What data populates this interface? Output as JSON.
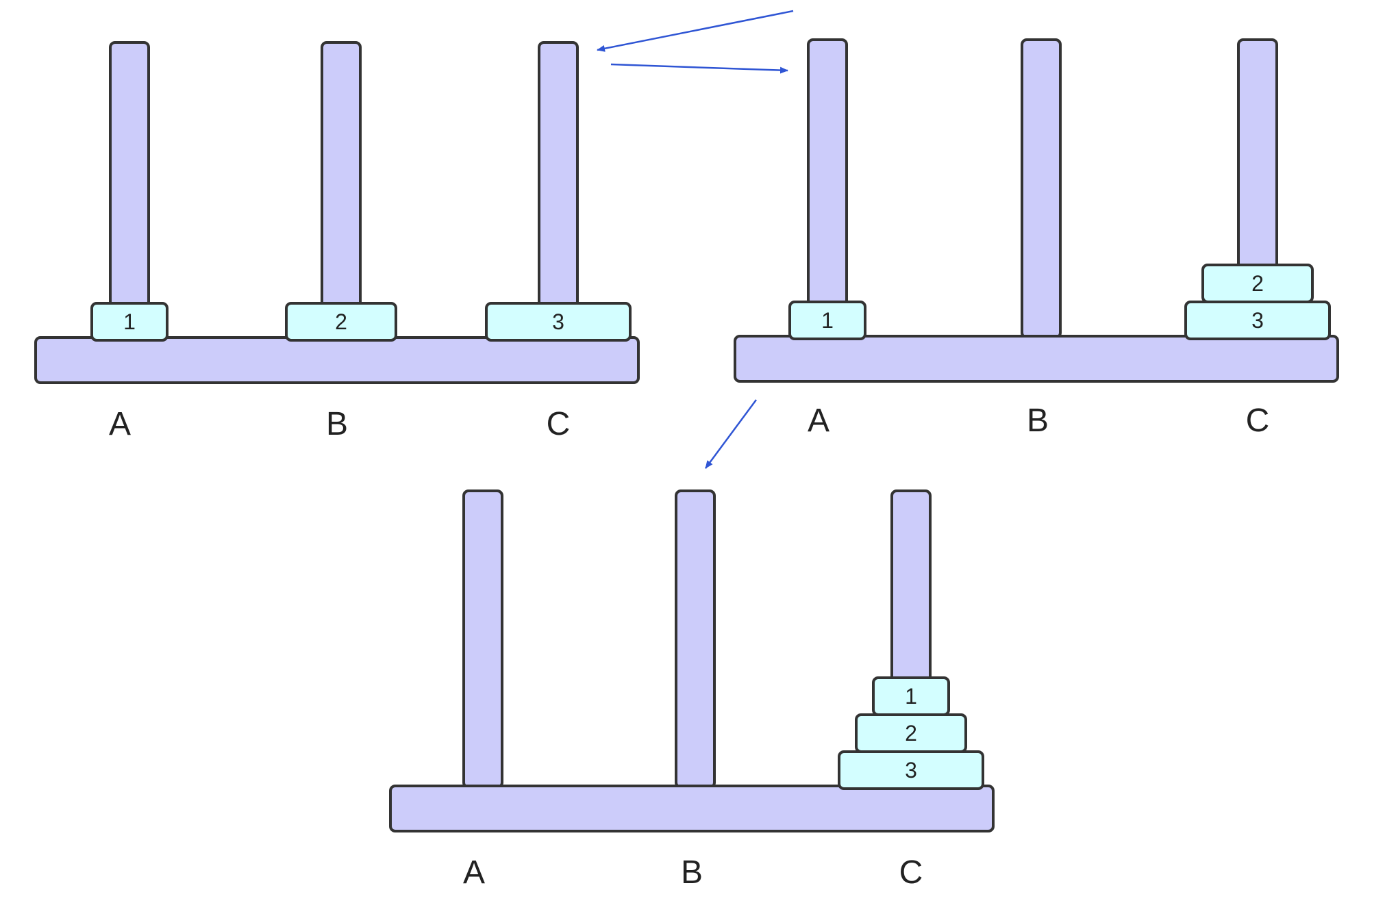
{
  "colors": {
    "peg_fill": "#ccccfa",
    "disk_fill": "#d3feff",
    "outline": "#333333",
    "arrow": "#2f55d4",
    "label": "#222222"
  },
  "panels": [
    {
      "id": "state-1",
      "pegs": [
        {
          "label": "A",
          "disks": [
            "1"
          ]
        },
        {
          "label": "B",
          "disks": [
            "2"
          ]
        },
        {
          "label": "C",
          "disks": [
            "3"
          ]
        }
      ]
    },
    {
      "id": "state-2",
      "pegs": [
        {
          "label": "A",
          "disks": [
            "1"
          ]
        },
        {
          "label": "B",
          "disks": []
        },
        {
          "label": "C",
          "disks": [
            "3",
            "2"
          ]
        }
      ]
    },
    {
      "id": "state-3",
      "pegs": [
        {
          "label": "A",
          "disks": []
        },
        {
          "label": "B",
          "disks": []
        },
        {
          "label": "C",
          "disks": [
            "3",
            "2",
            "1"
          ]
        }
      ]
    }
  ]
}
